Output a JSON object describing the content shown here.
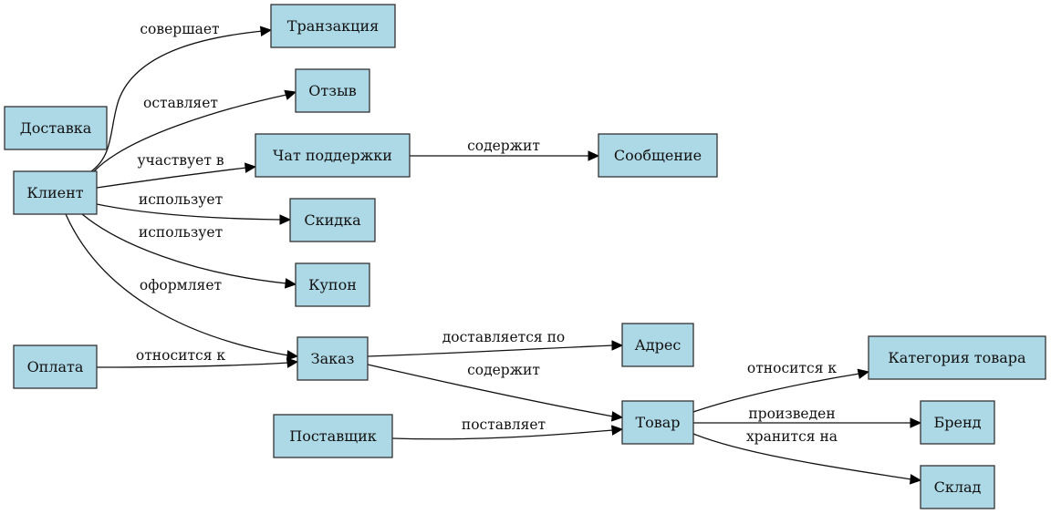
{
  "diagram": {
    "type": "entity-relationship graph",
    "node_fill": "#add8e6",
    "node_stroke": "#333333",
    "nodes": {
      "delivery": "Доставка",
      "client": "Клиент",
      "payment": "Оплата",
      "transaction": "Транзакция",
      "review": "Отзыв",
      "support_chat": "Чат поддержки",
      "discount": "Скидка",
      "coupon": "Купон",
      "order": "Заказ",
      "supplier": "Поставщик",
      "message": "Сообщение",
      "address": "Адрес",
      "product": "Товар",
      "category": "Категория товара",
      "brand": "Бренд",
      "warehouse": "Склад"
    },
    "edges": [
      {
        "from": "client",
        "to": "transaction",
        "label": "совершает"
      },
      {
        "from": "client",
        "to": "review",
        "label": "оставляет"
      },
      {
        "from": "client",
        "to": "support_chat",
        "label": "участвует в"
      },
      {
        "from": "client",
        "to": "discount",
        "label": "использует"
      },
      {
        "from": "client",
        "to": "coupon",
        "label": "использует"
      },
      {
        "from": "client",
        "to": "order",
        "label": "оформляет"
      },
      {
        "from": "payment",
        "to": "order",
        "label": "относится к"
      },
      {
        "from": "support_chat",
        "to": "message",
        "label": "содержит"
      },
      {
        "from": "order",
        "to": "address",
        "label": "доставляется по"
      },
      {
        "from": "order",
        "to": "product",
        "label": "содержит"
      },
      {
        "from": "supplier",
        "to": "product",
        "label": "поставляет"
      },
      {
        "from": "product",
        "to": "category",
        "label": "относится к"
      },
      {
        "from": "product",
        "to": "brand",
        "label": "произведен"
      },
      {
        "from": "product",
        "to": "warehouse",
        "label": "хранится на"
      }
    ]
  }
}
